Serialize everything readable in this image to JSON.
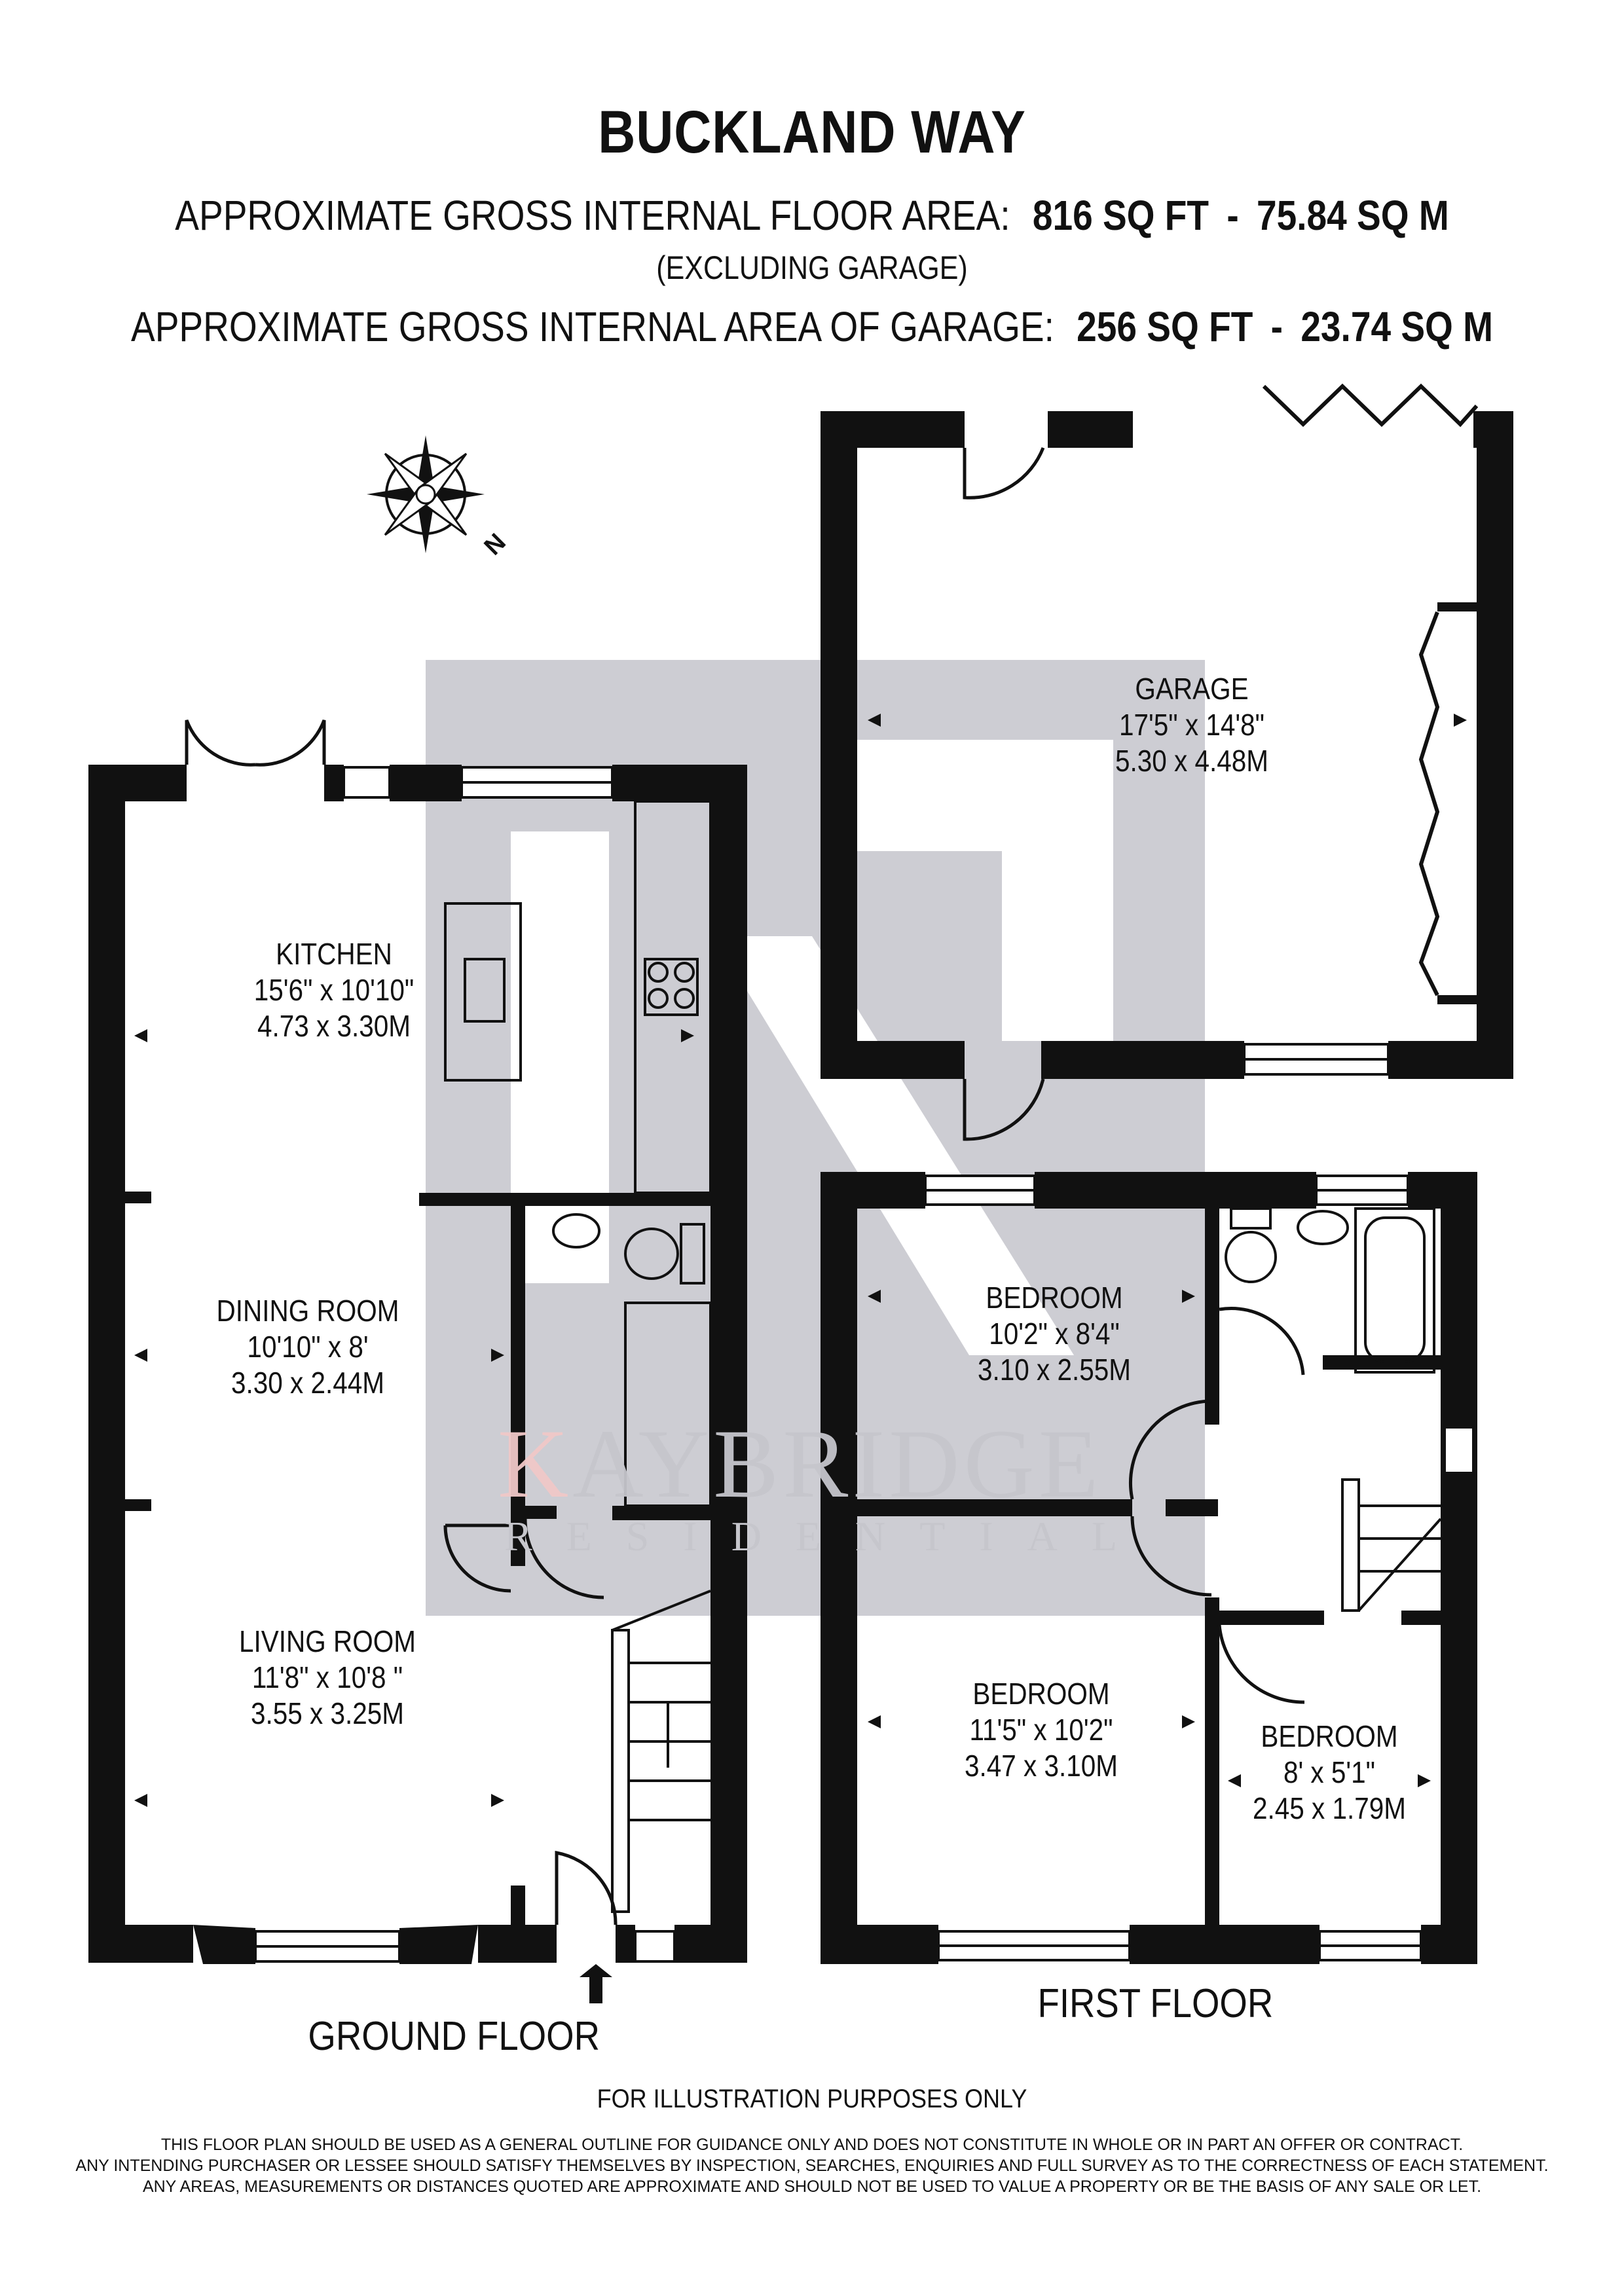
{
  "header": {
    "title": "BUCKLAND WAY",
    "floor_area_label": "APPROXIMATE GROSS INTERNAL FLOOR AREA:",
    "floor_area_sqft": "816 SQ FT",
    "floor_area_sqm": "75.84 SQ M",
    "excluding_note": "(EXCLUDING GARAGE)",
    "garage_area_label": "APPROXIMATE GROSS INTERNAL AREA OF GARAGE:",
    "garage_area_sqft": "256 SQ FT",
    "garage_area_sqm": "23.74 SQ M",
    "separator": "-"
  },
  "compass": {
    "north_label": "N"
  },
  "rooms": {
    "garage": {
      "name": "GARAGE",
      "imperial": "17'5\" x 14'8\"",
      "metric": "5.30 x 4.48M"
    },
    "kitchen": {
      "name": "KITCHEN",
      "imperial": "15'6\" x 10'10\"",
      "metric": "4.73 x 3.30M"
    },
    "dining": {
      "name": "DINING ROOM",
      "imperial": "10'10\" x 8'",
      "metric": "3.30 x 2.44M"
    },
    "living": {
      "name": "LIVING ROOM",
      "imperial": "11'8\" x 10'8 \"",
      "metric": "3.55 x 3.25M"
    },
    "bedroom1": {
      "name": "BEDROOM",
      "imperial": "10'2\" x 8'4\"",
      "metric": "3.10 x 2.55M"
    },
    "bedroom2": {
      "name": "BEDROOM",
      "imperial": "11'5\" x 10'2\"",
      "metric": "3.47 x 3.10M"
    },
    "bedroom3": {
      "name": "BEDROOM",
      "imperial": "8' x 5'1\"",
      "metric": "2.45 x 1.79M"
    }
  },
  "floors": {
    "ground": "GROUND FLOOR",
    "first": "FIRST FLOOR"
  },
  "watermark": {
    "k_letter": "K",
    "brand_rest": "AYBRIDGE",
    "sub": "RESIDENTIAL"
  },
  "footer": {
    "illustration": "FOR ILLUSTRATION PURPOSES ONLY",
    "line1": "THIS FLOOR PLAN SHOULD BE USED AS A GENERAL OUTLINE FOR GUIDANCE ONLY AND DOES NOT CONSTITUTE IN WHOLE OR IN PART AN OFFER OR CONTRACT.",
    "line2": "ANY INTENDING PURCHASER OR LESSEE SHOULD SATISFY THEMSELVES BY INSPECTION, SEARCHES, ENQUIRIES AND FULL SURVEY AS TO THE CORRECTNESS OF EACH STATEMENT.",
    "line3": "ANY AREAS, MEASUREMENTS OR DISTANCES QUOTED ARE APPROXIMATE AND SHOULD NOT BE USED TO VALUE A PROPERTY OR BE THE BASIS OF ANY SALE OR LET."
  },
  "colors": {
    "wall": "#111111",
    "watermark": "#c8c8ce",
    "watermark_accent": "#e8b8b8",
    "background": "#ffffff"
  }
}
